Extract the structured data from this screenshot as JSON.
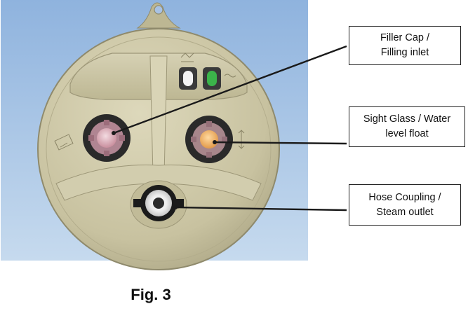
{
  "callouts": {
    "filler_cap": {
      "line1": "Filler Cap /",
      "line2": "Filling inlet"
    },
    "sight_glass": {
      "line1": "Sight Glass / Water",
      "line2": "level float"
    },
    "hose_coupling": {
      "line1": "Hose Coupling /",
      "line2": "Steam outlet"
    }
  },
  "caption": "Fig. 3",
  "colors": {
    "background_top": "#8fb3de",
    "background_bottom": "#c3d8ee",
    "plate": "#c9c3a2",
    "plate_edge": "#8f8a6c",
    "filler_insert": "#e3b9c4",
    "sight_insert": "#f2b872",
    "indicator_white": "#f4f4f4",
    "indicator_green": "#3bb44a",
    "hose_ring": "#1b1b1b"
  }
}
